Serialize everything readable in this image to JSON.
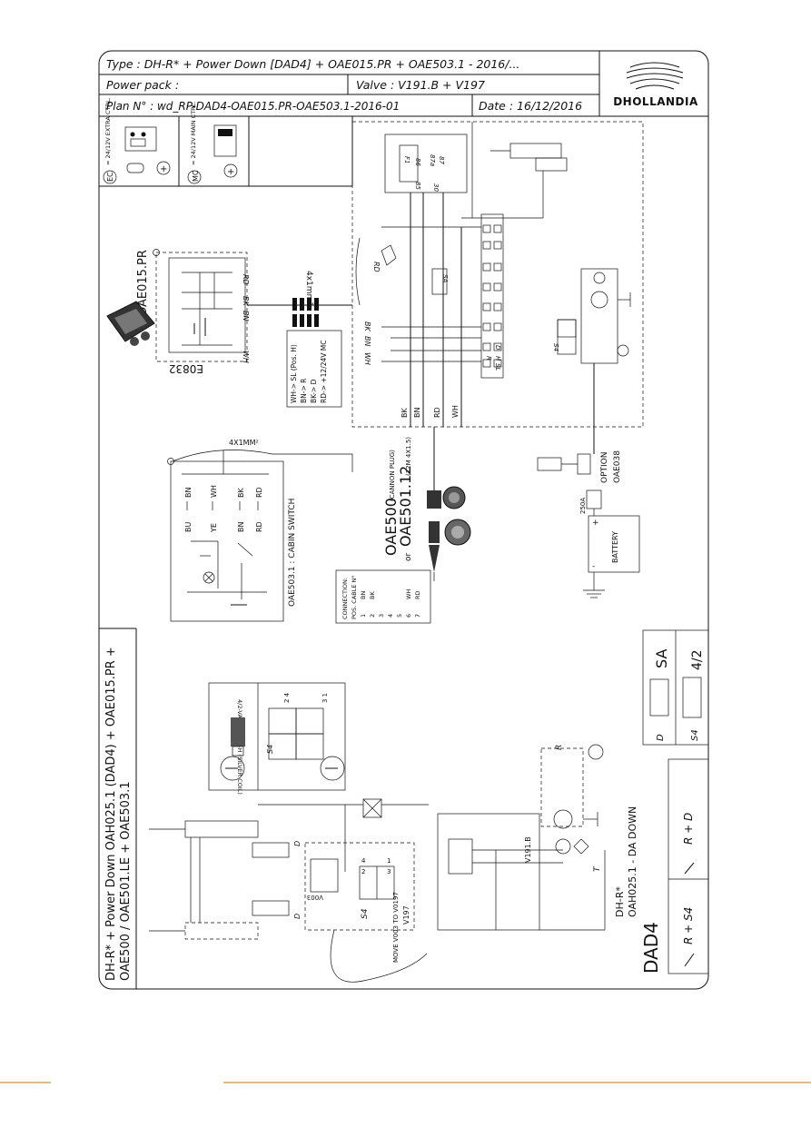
{
  "title_block": {
    "type_line": "Type : DH-R* + Power Down [DAD4] + OAE015.PR + OAE503.1  -  2016/...",
    "power_pack": "Power pack :",
    "valve": "Valve : V191.B + V197",
    "plan": "Plan N° :  wd_RP-DAD4-OAE015.PR-OAE503.1-2016-01",
    "date": "Date : 16/12/2016",
    "brand": "DHOLLANDIA"
  },
  "legend_top": {
    "ec_label": "EC",
    "ec_text": "= 24/12V EXTRA CTRL.",
    "mc_label": "MC",
    "mc_text": "= 24/12V MAIN CTRL."
  },
  "controller": {
    "part": "OAE015.PR",
    "code": "E0832",
    "wire_rd": "RD",
    "wire_bk": "BK",
    "wire_bn": "BN",
    "wire_wh": "WH",
    "cable": "4x1mm²",
    "mapping": [
      "WH-> SL (Pos. H)",
      "BN-> R",
      "BK-> D",
      "RD-> +12/24V MC"
    ]
  },
  "cabin_switch": {
    "cable": "4X1MM²",
    "top_colors": [
      "BN",
      "WH",
      "BK",
      "RD"
    ],
    "bottom_colors": [
      "BU",
      "YE",
      "BN",
      "RD"
    ],
    "label": "OAE503.1 : CABIN SWITCH"
  },
  "connector": {
    "main": "OAE500",
    "main_note": "(CANNON PLUG)",
    "alt_prefix": "or",
    "alt": "OAE501.12",
    "alt_note": "(12M 4X1.5)",
    "table_title": "CONNECTION:",
    "table_header": "POS. CABLE N°",
    "positions": [
      "1",
      "2",
      "3",
      "4",
      "5",
      "6",
      "7"
    ],
    "colors": [
      "BN",
      "BK",
      "",
      "",
      "",
      "WH",
      "RD"
    ]
  },
  "power": {
    "option": "OPTION",
    "option_code": "OAE038",
    "fuse": "250A",
    "battery": "BATTERY"
  },
  "relay": {
    "pins": [
      "86",
      "87a",
      "87",
      "85",
      "30"
    ],
    "relay_label": "F1"
  },
  "harness": {
    "wires": [
      "BK",
      "BN",
      "RD",
      "WH"
    ],
    "terminals": [
      "H",
      "SL",
      "D",
      "R",
      "+",
      "-",
      "SA",
      "S4"
    ]
  },
  "hydraulic": {
    "title_line1": "DH-R* + Power Down OAH025.1 (DAD4) + OAE015.PR +",
    "title_line2": "OAE500 / OAE501.LE + OAE503.1",
    "valve_v197": "V197",
    "valve_v191b": "V191.B",
    "v003": "V003",
    "move_note": "MOVE V003 TO V0197",
    "port_t": "T",
    "port_d": "D",
    "port_r": "R",
    "ports": [
      "2",
      "4",
      "3",
      "1"
    ],
    "s4": "S4"
  },
  "valve_info": {
    "note": "4/2-VALVE V084-H (SILVER COIL)",
    "ports_top": "2 4",
    "ports_bottom": "3 1",
    "s4": "S4"
  },
  "bottom_table": {
    "dad4": "DAD4",
    "dhr": "DH-R*",
    "oah": "OAH025.1 - DA DOWN",
    "cells": [
      "R + S4",
      "R + D"
    ],
    "legend_d": "D",
    "legend_s4": "S4",
    "legend_sa": "SA",
    "legend_42": "4/2"
  },
  "footer_color": "#d9a35b"
}
